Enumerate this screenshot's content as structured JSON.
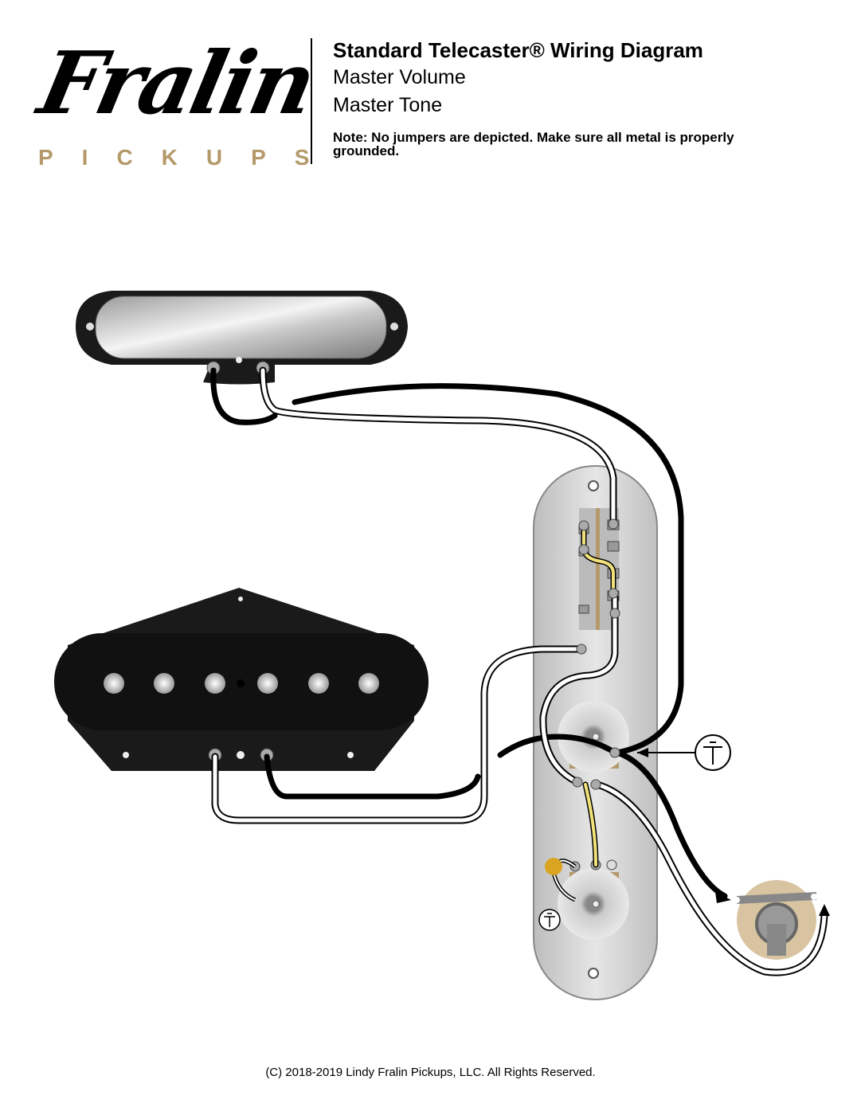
{
  "logo": {
    "script": "Fralin",
    "sub": "PICKUPS"
  },
  "header": {
    "title": "Standard Telecaster® Wiring Diagram",
    "lines": [
      "Master Volume",
      "Master Tone"
    ],
    "note": "Note: No jumpers are depicted.  Make sure all metal is properly grounded."
  },
  "diagram": {
    "components": [
      "neck-pickup",
      "bridge-pickup",
      "control-plate",
      "3-way-switch",
      "volume-pot",
      "tone-pot",
      "tone-capacitor",
      "output-jack",
      "ground-symbol"
    ],
    "colors": {
      "hot_wire": "#ffffff",
      "ground_wire": "#000000",
      "jumper_wire": "#f2e27a",
      "pickups_gold": "#b49a6a",
      "plate": "#d4d4d4"
    }
  },
  "footer": {
    "copyright": "(C) 2018-2019 Lindy Fralin Pickups, LLC. All Rights Reserved."
  }
}
